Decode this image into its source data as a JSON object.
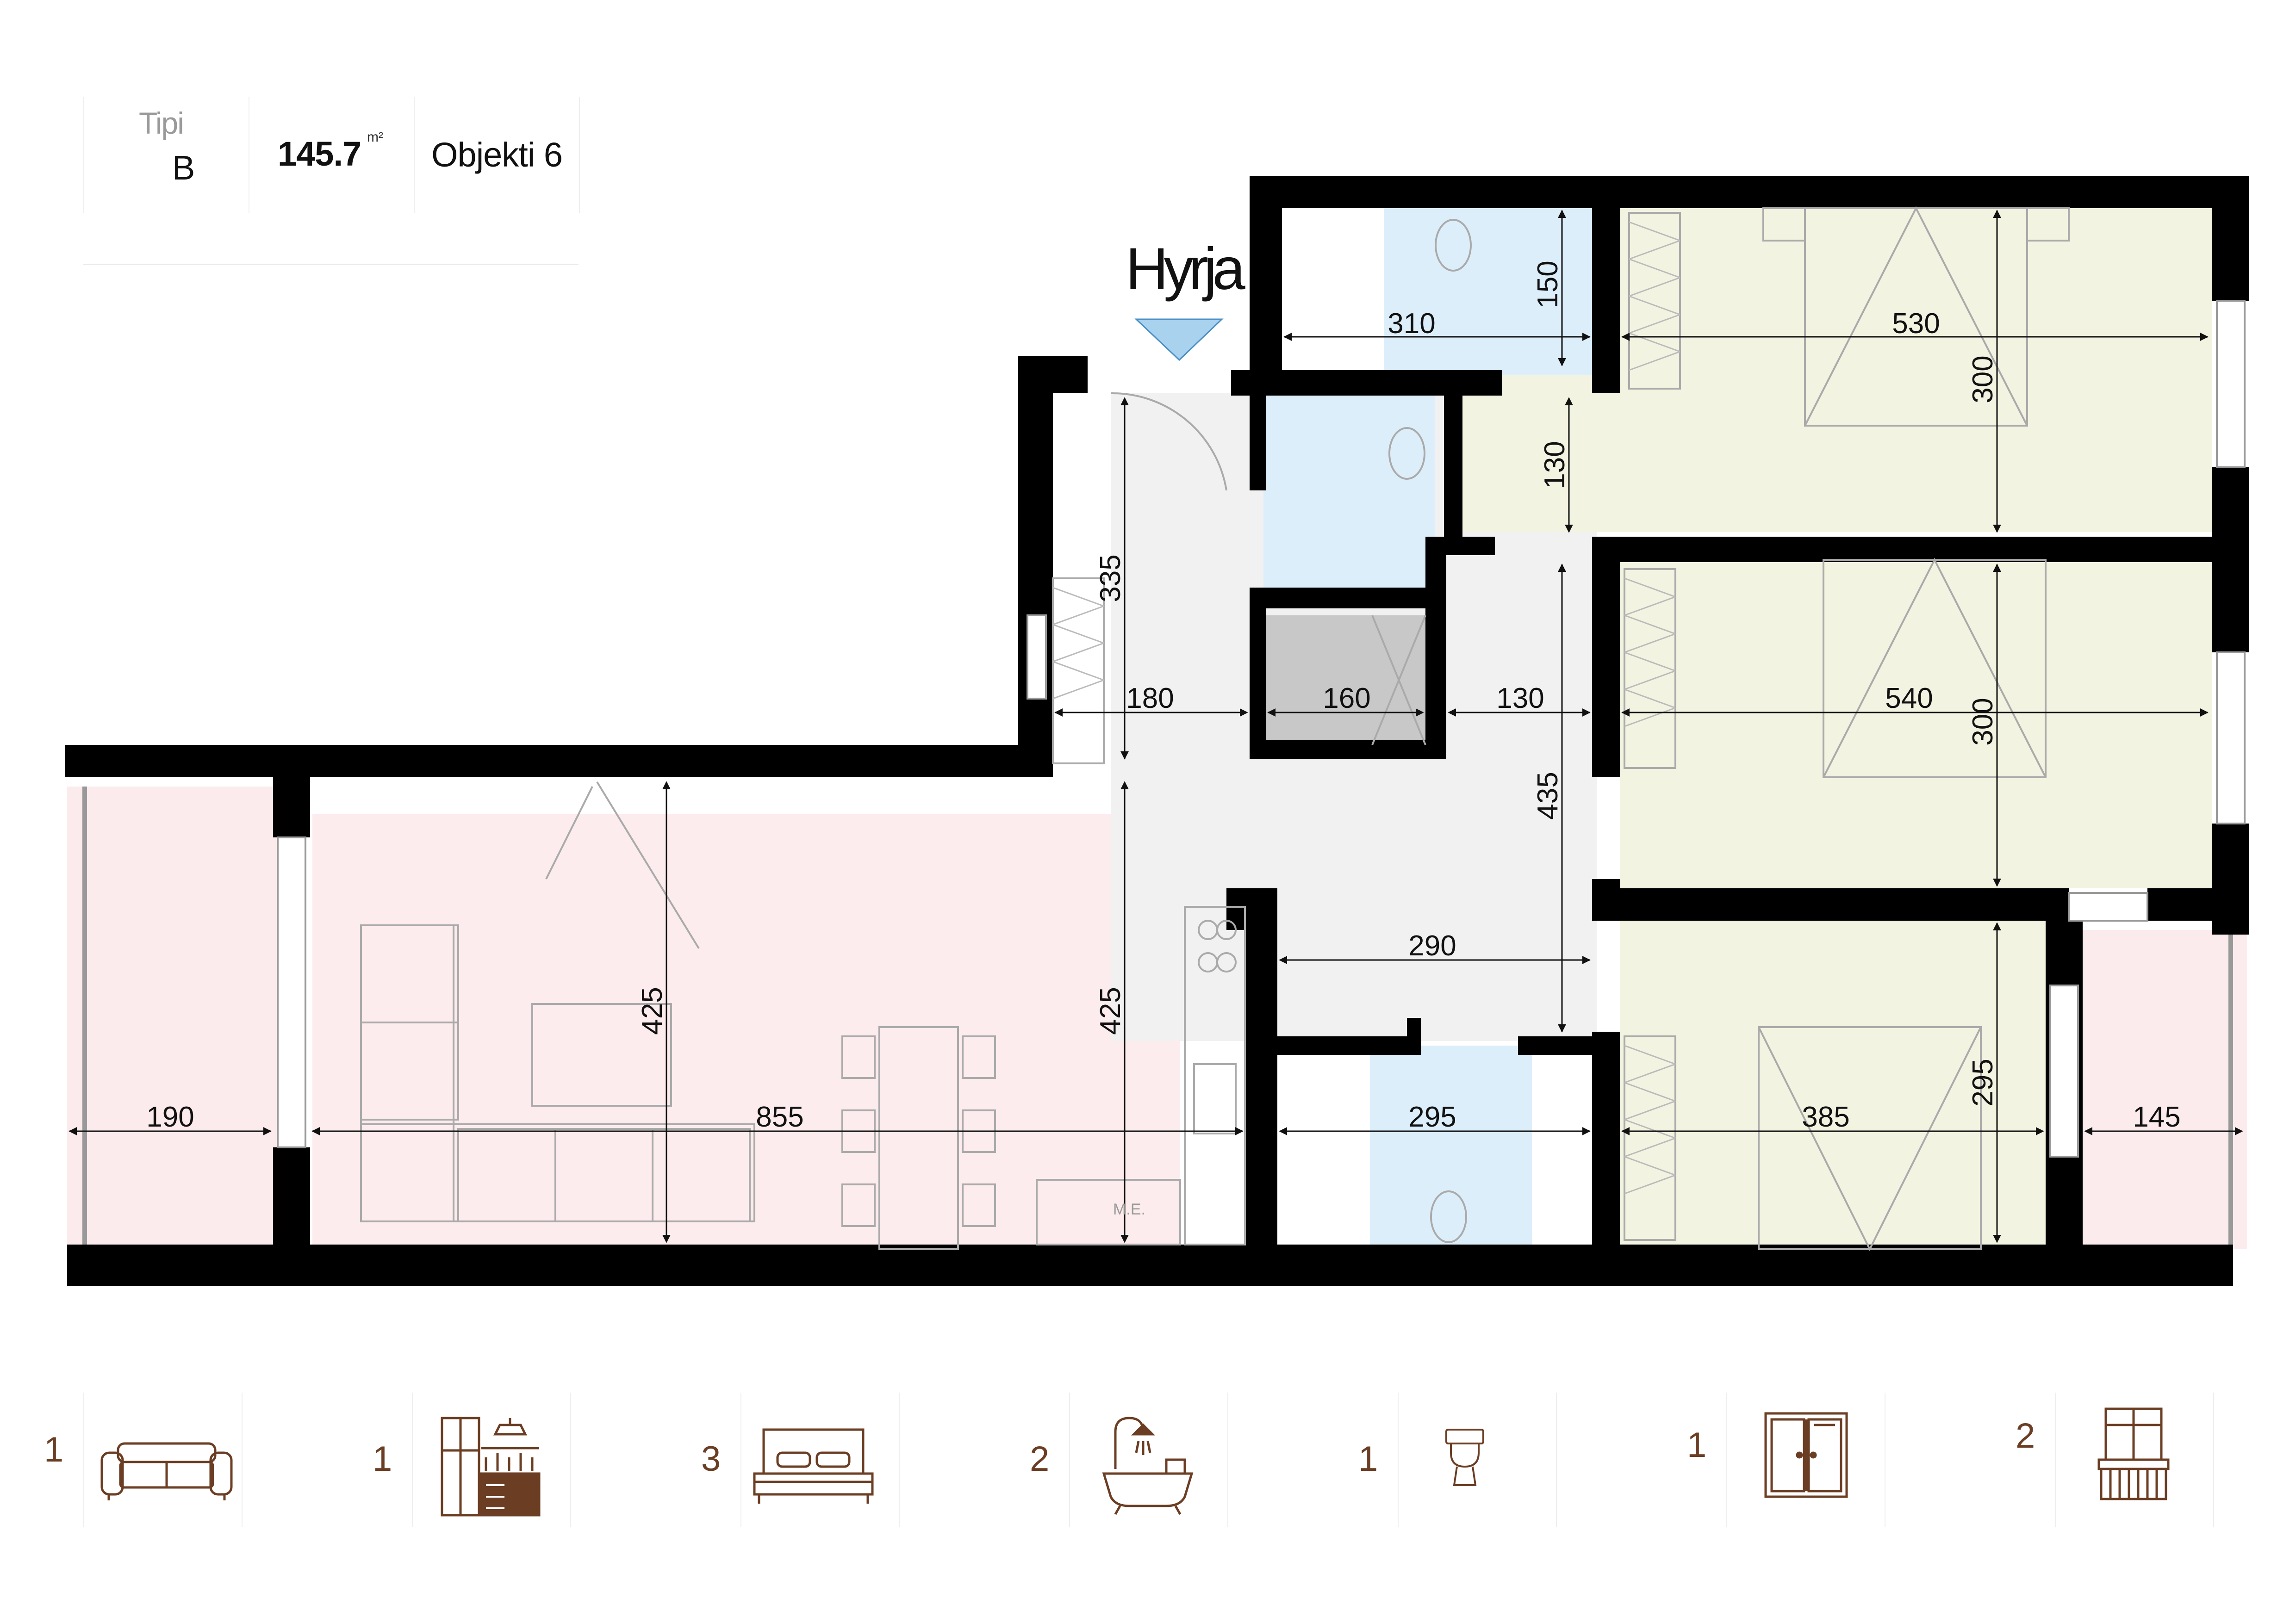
{
  "header": {
    "type_label": "Tipi",
    "type_value": "B",
    "area_value": "145.7",
    "area_unit": "m²",
    "object_label": "Objekti 6"
  },
  "plan": {
    "entrance_label": "Hyrja",
    "dimensions": {
      "d310": "310",
      "d150": "150",
      "d530": "530",
      "d300a": "300",
      "d130a": "130",
      "d335": "335",
      "d180": "180",
      "d160": "160",
      "d130b": "130",
      "d540": "540",
      "d300b": "300",
      "d435": "435",
      "d290": "290",
      "d425a": "425",
      "d425b": "425",
      "d190": "190",
      "d855": "855",
      "d295a": "295",
      "d385": "385",
      "d295b": "295",
      "d145": "145"
    },
    "meter_label": "M.E.",
    "colors": {
      "wall": "#000000",
      "living": "#fdeced",
      "bedroom": "#f3f3e1",
      "bath": "#ddeefb",
      "hall": "#f1f1f1",
      "balcony": "#fcebed",
      "storage": "#c8c8c8",
      "entrance_arrow": "#a9d2ef"
    }
  },
  "legend": [
    {
      "count": "1",
      "icon": "sofa-icon"
    },
    {
      "count": "1",
      "icon": "kitchen-icon"
    },
    {
      "count": "3",
      "icon": "bed-icon"
    },
    {
      "count": "2",
      "icon": "bathtub-icon"
    },
    {
      "count": "1",
      "icon": "toilet-icon"
    },
    {
      "count": "1",
      "icon": "wardrobe-icon"
    },
    {
      "count": "2",
      "icon": "balcony-icon"
    }
  ],
  "legend_color": "#6b3d23"
}
